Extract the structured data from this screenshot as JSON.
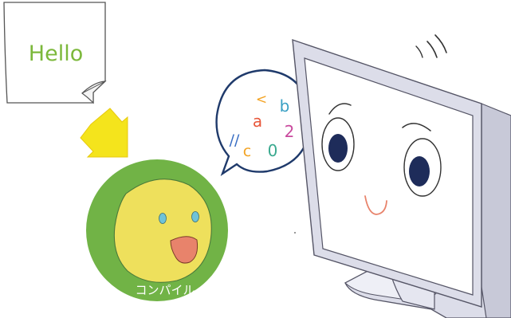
{
  "note": {
    "text": "Hello",
    "text_color": "#7cb83b",
    "paper_color": "#ffffff"
  },
  "arrow": {
    "icon": "down-right-arrow-icon",
    "color": "#f3e223"
  },
  "compiler": {
    "label": "コンパイル",
    "face_color": "#eee05c",
    "ring_color": "#71b346",
    "mouth_color": "#e8836b",
    "eye_color": "#6fc3d8"
  },
  "speech_bubble": {
    "symbols": [
      {
        "text": "<",
        "color": "#f3a323"
      },
      {
        "text": "b",
        "color": "#3aa0c4"
      },
      {
        "text": "a",
        "color": "#e8573a"
      },
      {
        "text": "2",
        "color": "#c94a9e"
      },
      {
        "text": "//",
        "color": "#3a6fc4"
      },
      {
        "text": "c",
        "color": "#f3a323"
      },
      {
        "text": "0",
        "color": "#3aa98f"
      }
    ]
  },
  "computer": {
    "icon": "monitor-character-icon",
    "frame_color": "#dcdde9",
    "screen_color": "#ffffff",
    "eye_color": "#1e2c5a",
    "smile_color": "#e8836b"
  }
}
